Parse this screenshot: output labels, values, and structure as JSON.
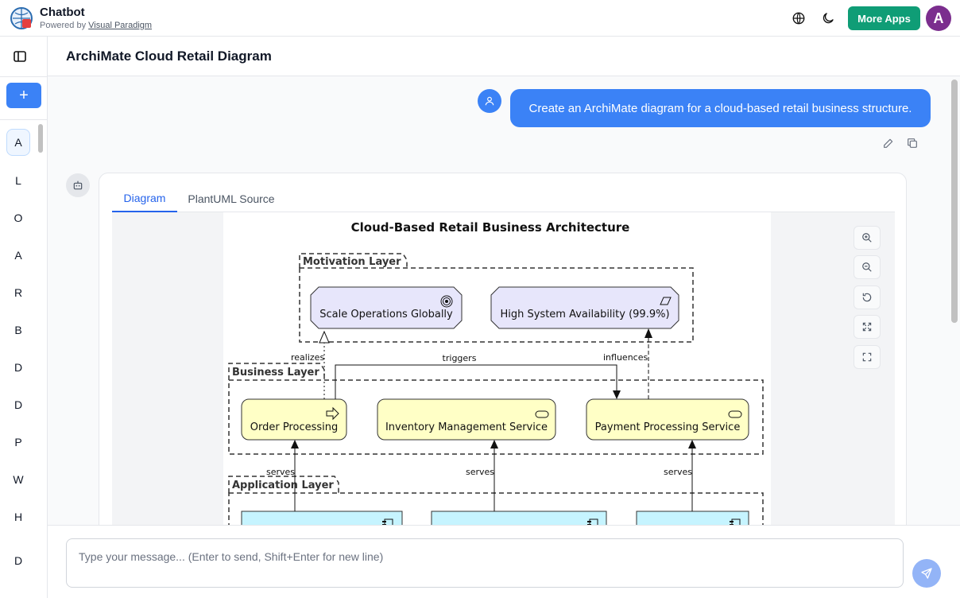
{
  "app": {
    "title": "Chatbot",
    "powered_prefix": "Powered by ",
    "powered_link": "Visual Paradigm",
    "more_apps_label": "More Apps",
    "avatar_initial": "A",
    "accent_color": "#0f9d76",
    "primary_color": "#3b82f6"
  },
  "sidebar": {
    "new_chat_label": "+",
    "items": [
      {
        "label": "A",
        "active": true
      },
      {
        "label": "L"
      },
      {
        "label": "O"
      },
      {
        "label": "A"
      },
      {
        "label": "R"
      },
      {
        "label": "B"
      },
      {
        "label": "D"
      },
      {
        "label": "D"
      },
      {
        "label": "P"
      },
      {
        "label": "W"
      },
      {
        "label": "H"
      },
      {
        "label": "D"
      }
    ]
  },
  "page": {
    "title": "ArchiMate Cloud Retail Diagram"
  },
  "conversation": {
    "user_message": "Create an ArchiMate diagram for a cloud-based retail business structure.",
    "tabs": [
      {
        "label": "Diagram",
        "active": true
      },
      {
        "label": "PlantUML Source"
      }
    ]
  },
  "diagram": {
    "title": "Cloud-Based Retail Business Architecture",
    "layers": {
      "motivation": "Motivation Layer",
      "business": "Business Layer",
      "application": "Application Layer"
    },
    "elements": {
      "scale": "Scale Operations Globally",
      "availability": "High System Availability (99.9%)",
      "order": "Order Processing",
      "inventory": "Inventory Management Service",
      "payment": "Payment Processing Service"
    },
    "relations": {
      "realizes": "realizes",
      "triggers": "triggers",
      "influences": "influences",
      "serves1": "serves",
      "serves2": "serves",
      "serves3": "serves"
    },
    "colors": {
      "motivation_fill": "#ccccff",
      "business_fill": "#ffffb5",
      "application_fill": "#b5ffff"
    }
  },
  "composer": {
    "placeholder": "Type your message... (Enter to send, Shift+Enter for new line)"
  },
  "icons": [
    "globe-icon",
    "moon-icon",
    "sidebar-toggle-icon",
    "user-icon",
    "bot-icon",
    "edit-icon",
    "copy-icon",
    "zoom-in-icon",
    "zoom-out-icon",
    "reset-icon",
    "fit-icon",
    "fullscreen-icon",
    "send-icon"
  ]
}
